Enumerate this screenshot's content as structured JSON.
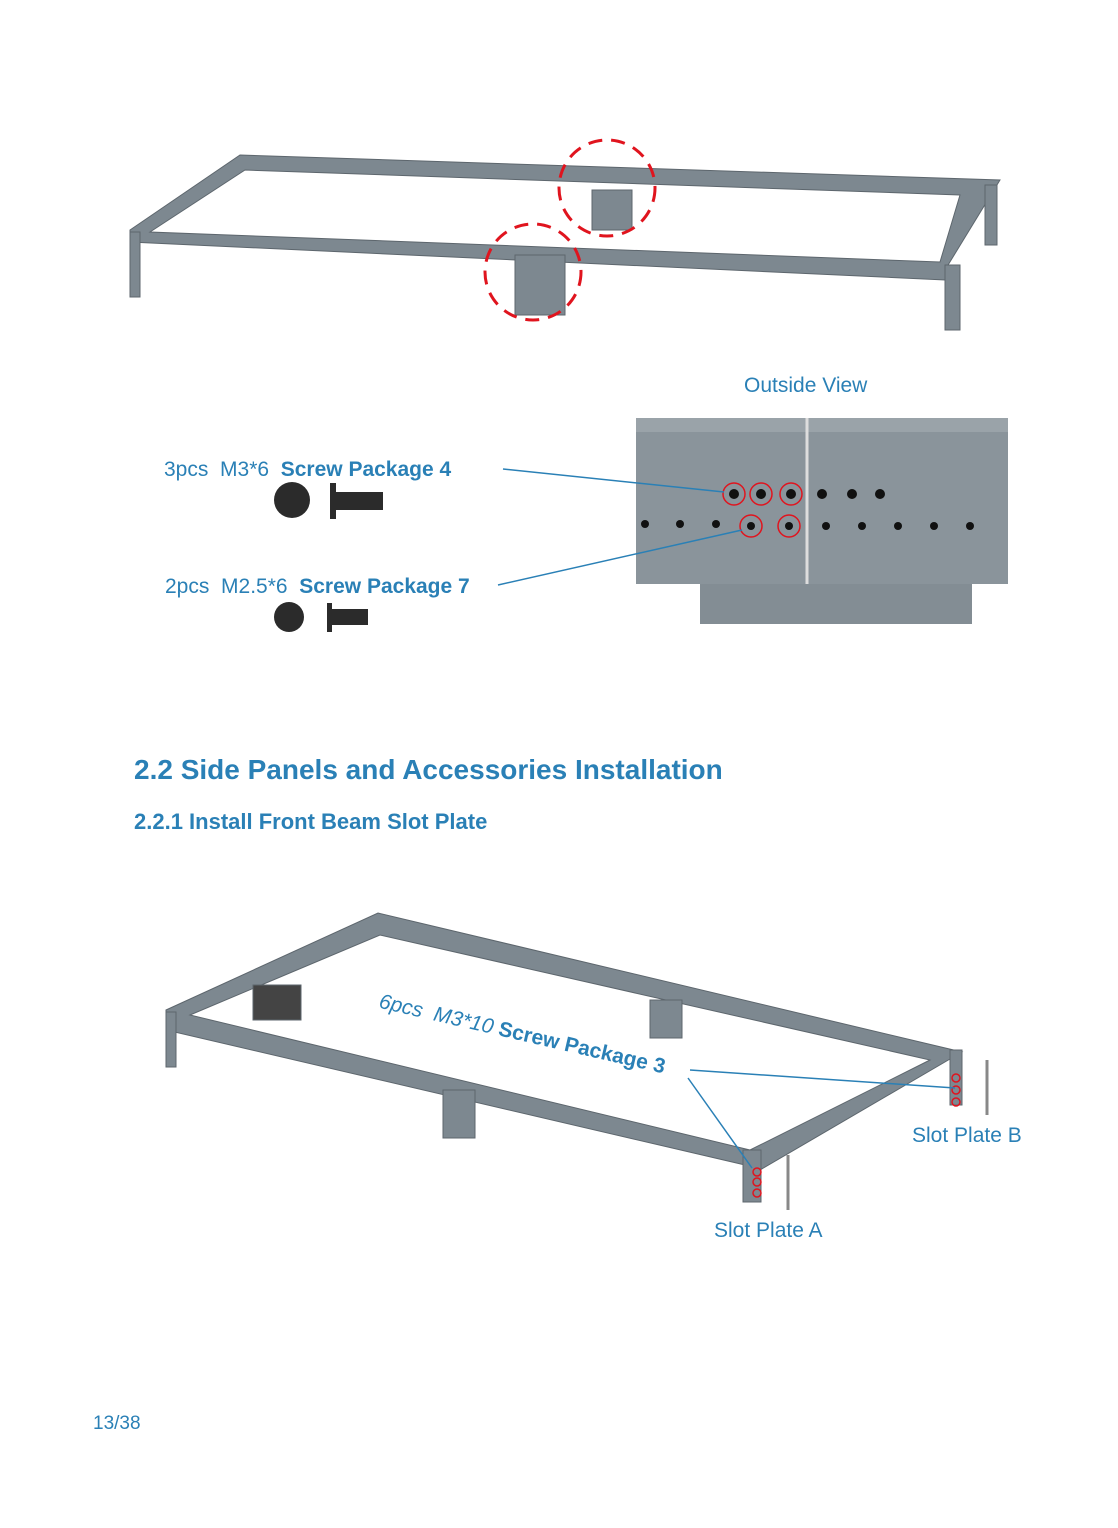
{
  "figure1": {
    "outside_view_label": "Outside View",
    "screw_a": {
      "qty": "3pcs",
      "size": "M3*6",
      "package": "Screw Package 4"
    },
    "screw_b": {
      "qty": "2pcs",
      "size": "M2.5*6",
      "package": "Screw Package 7"
    }
  },
  "section": {
    "title": "2.2  Side Panels and Accessories Installation",
    "subtitle": "2.2.1  Install Front Beam Slot Plate"
  },
  "figure2": {
    "screw": {
      "qty": "6pcs",
      "size": "M3*10",
      "package": "Screw Package 3"
    },
    "slot_plate_a": "Slot Plate A",
    "slot_plate_b": "Slot Plate B"
  },
  "footer": {
    "page": "13/38"
  },
  "colors": {
    "accent": "#2a80b6",
    "highlight": "#e0141e",
    "metal": "#7d8890"
  }
}
